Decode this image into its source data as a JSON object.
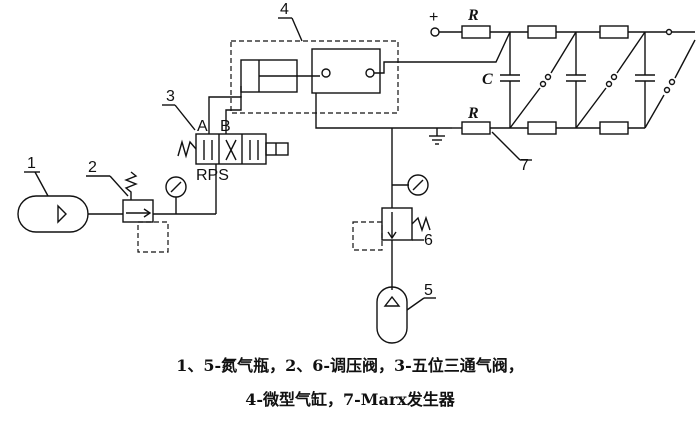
{
  "labels": {
    "n1": "1",
    "n2": "2",
    "n3": "3",
    "n4": "4",
    "n5": "5",
    "n6": "6",
    "n7": "7",
    "port_a": "A",
    "port_b": "B",
    "ports_rps": "RPS",
    "plus": "+",
    "r_top": "R",
    "r_bottom": "R",
    "c": "C"
  },
  "caption": {
    "line1": "1、5-氮气瓶，2、6-调压阀，3-五位三通气阀，",
    "line2": "4-微型气缸，7-Marx发生器"
  }
}
